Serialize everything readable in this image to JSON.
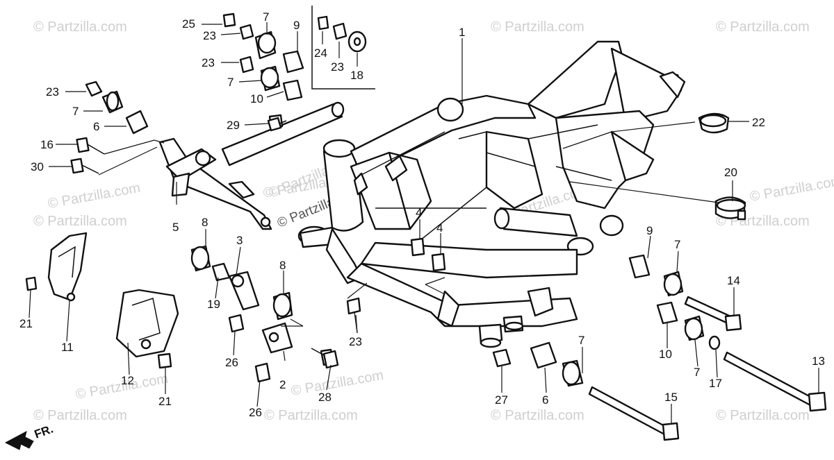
{
  "watermark": "© Partzilla.com",
  "center_watermark": "© Partzilla.com",
  "front_indicator": "FR.",
  "callouts": [
    {
      "id": "c1",
      "text": "1"
    },
    {
      "id": "c2",
      "text": "2"
    },
    {
      "id": "c3",
      "text": "3"
    },
    {
      "id": "c4a",
      "text": "4"
    },
    {
      "id": "c4b",
      "text": "4"
    },
    {
      "id": "c5",
      "text": "5"
    },
    {
      "id": "c6a",
      "text": "6"
    },
    {
      "id": "c6b",
      "text": "6"
    },
    {
      "id": "c7a",
      "text": "7"
    },
    {
      "id": "c7b",
      "text": "7"
    },
    {
      "id": "c7c",
      "text": "7"
    },
    {
      "id": "c7d",
      "text": "7"
    },
    {
      "id": "c7e",
      "text": "7"
    },
    {
      "id": "c7f",
      "text": "7"
    },
    {
      "id": "c8a",
      "text": "8"
    },
    {
      "id": "c8b",
      "text": "8"
    },
    {
      "id": "c9a",
      "text": "9"
    },
    {
      "id": "c9b",
      "text": "9"
    },
    {
      "id": "c10a",
      "text": "10"
    },
    {
      "id": "c10b",
      "text": "10"
    },
    {
      "id": "c11",
      "text": "11"
    },
    {
      "id": "c12",
      "text": "12"
    },
    {
      "id": "c13",
      "text": "13"
    },
    {
      "id": "c14",
      "text": "14"
    },
    {
      "id": "c15",
      "text": "15"
    },
    {
      "id": "c16",
      "text": "16"
    },
    {
      "id": "c17",
      "text": "17"
    },
    {
      "id": "c18",
      "text": "18"
    },
    {
      "id": "c19",
      "text": "19"
    },
    {
      "id": "c20",
      "text": "20"
    },
    {
      "id": "c21a",
      "text": "21"
    },
    {
      "id": "c21b",
      "text": "21"
    },
    {
      "id": "c22",
      "text": "22"
    },
    {
      "id": "c23a",
      "text": "23"
    },
    {
      "id": "c23b",
      "text": "23"
    },
    {
      "id": "c23c",
      "text": "23"
    },
    {
      "id": "c23d",
      "text": "23"
    },
    {
      "id": "c23e",
      "text": "23"
    },
    {
      "id": "c24",
      "text": "24"
    },
    {
      "id": "c25",
      "text": "25"
    },
    {
      "id": "c26a",
      "text": "26"
    },
    {
      "id": "c26b",
      "text": "26"
    },
    {
      "id": "c27",
      "text": "27"
    },
    {
      "id": "c28",
      "text": "28"
    },
    {
      "id": "c29",
      "text": "29"
    },
    {
      "id": "c30",
      "text": "30"
    }
  ]
}
